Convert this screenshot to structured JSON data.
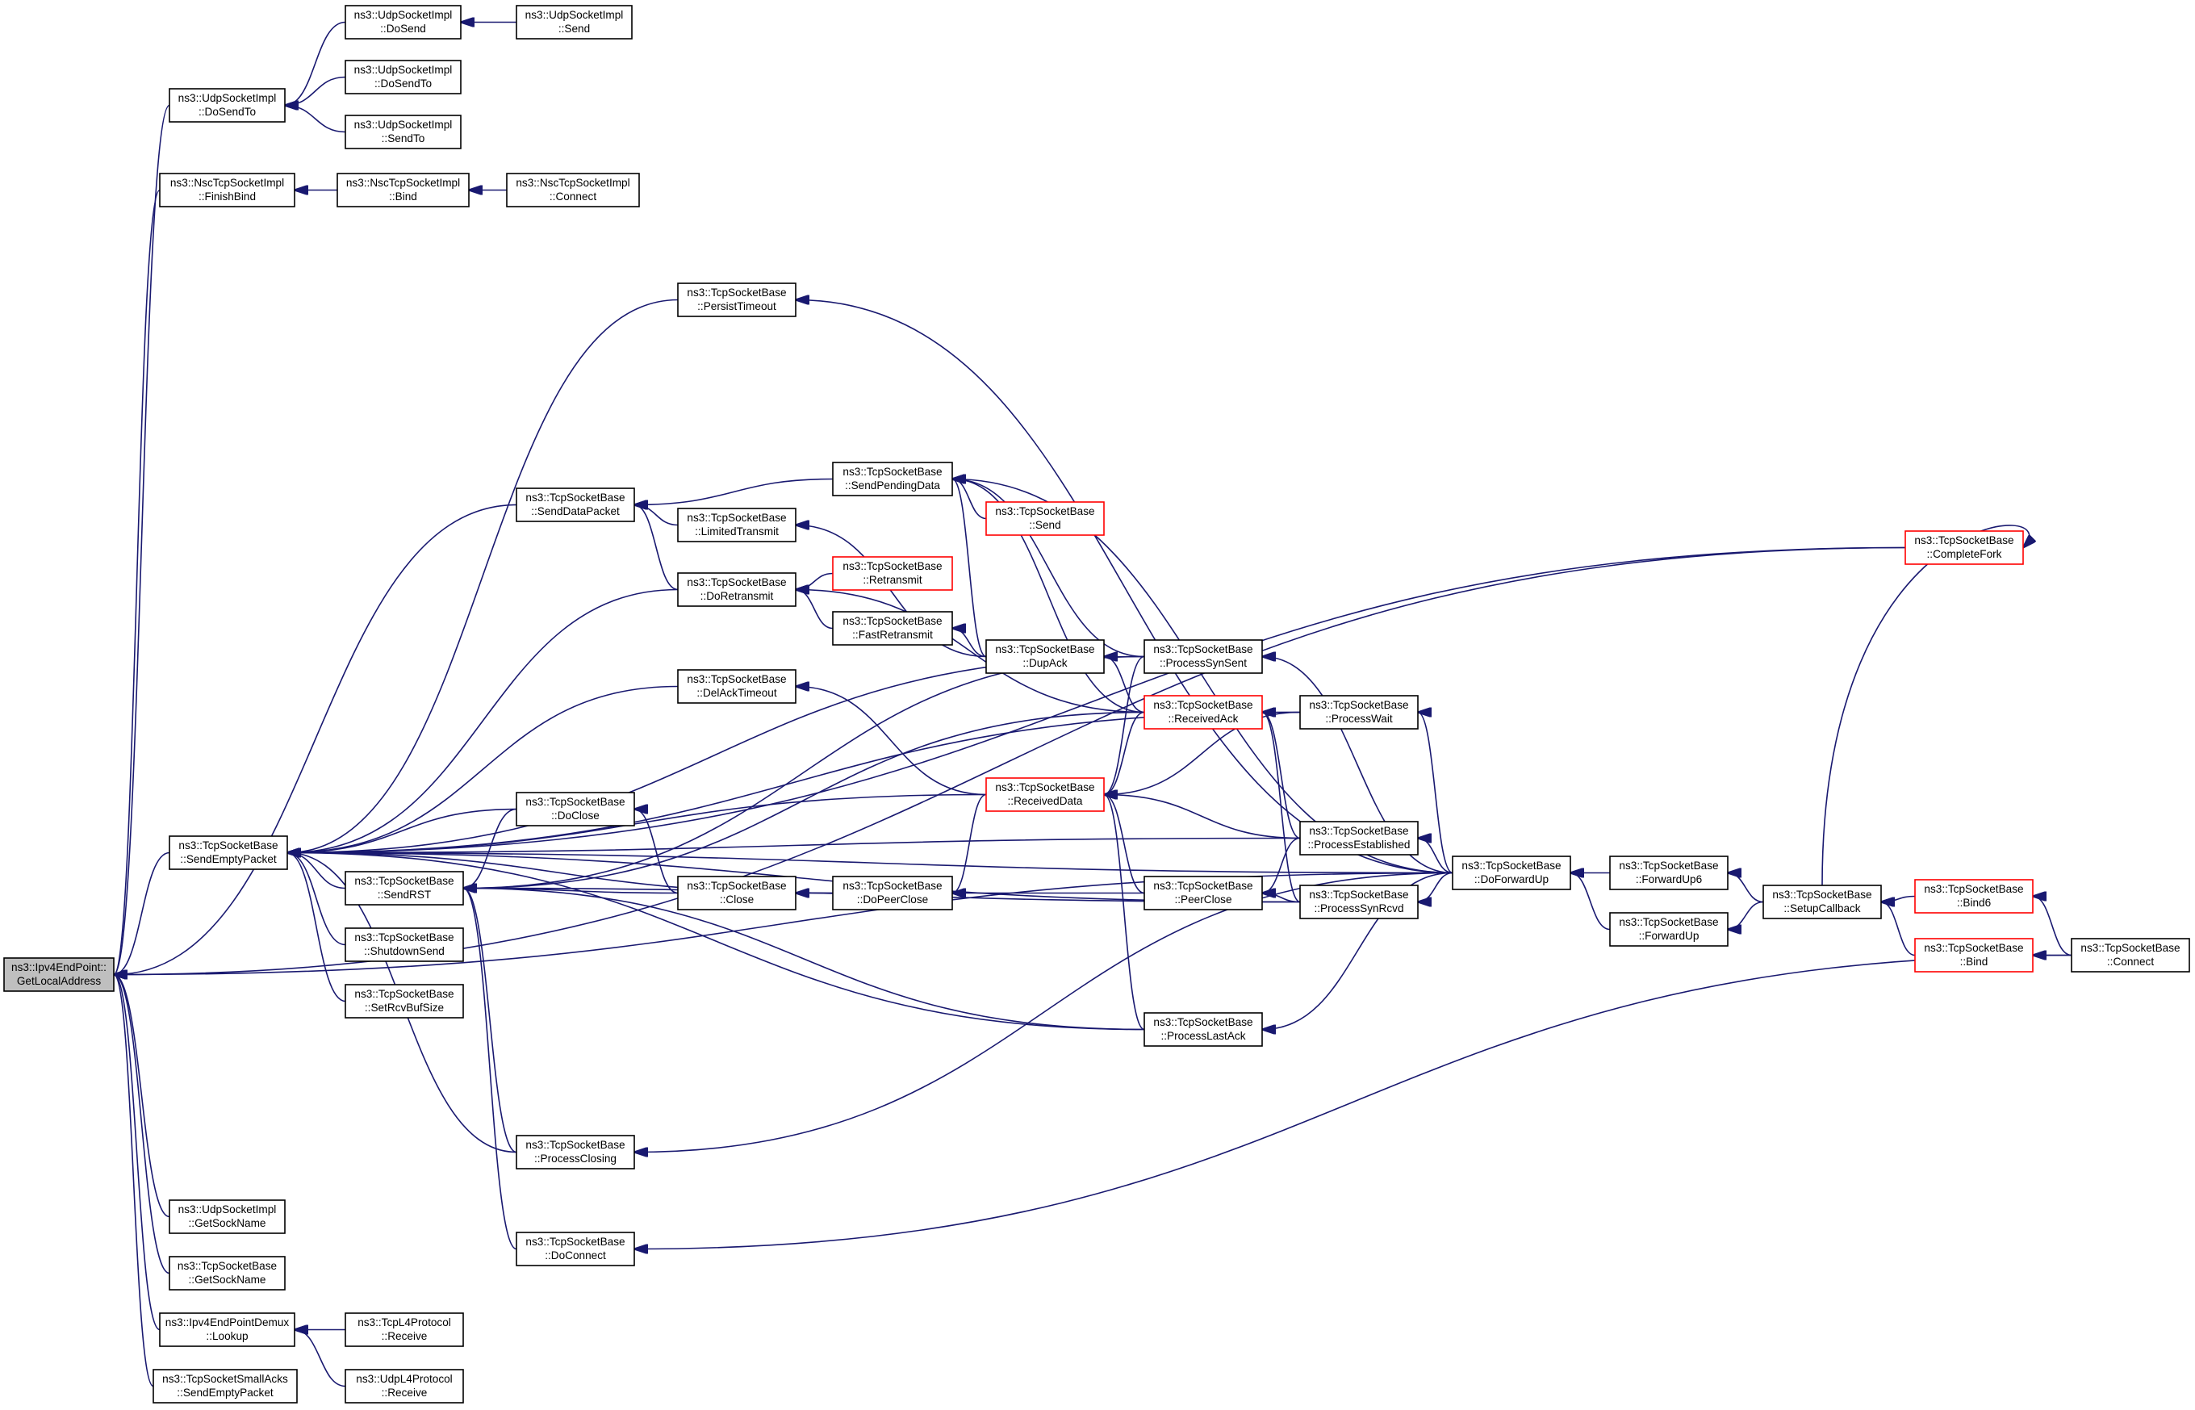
{
  "colors": {
    "edge": "#191970",
    "node_border": "#000000",
    "node_border_truncated": "#ff0000",
    "root_fill": "#bfbfbf",
    "node_fill": "#ffffff"
  },
  "nodes": [
    {
      "id": "root",
      "lines": [
        "ns3::Ipv4EndPoint::",
        "GetLocalAddress"
      ],
      "root": true
    },
    {
      "id": "udp_dosendto",
      "lines": [
        "ns3::UdpSocketImpl",
        "::DoSendTo"
      ]
    },
    {
      "id": "udp_dosend",
      "lines": [
        "ns3::UdpSocketImpl",
        "::DoSend"
      ]
    },
    {
      "id": "udp_send",
      "lines": [
        "ns3::UdpSocketImpl",
        "::Send"
      ]
    },
    {
      "id": "udp_dosendto2",
      "lines": [
        "ns3::UdpSocketImpl",
        "::DoSendTo"
      ]
    },
    {
      "id": "udp_sendto",
      "lines": [
        "ns3::UdpSocketImpl",
        "::SendTo"
      ]
    },
    {
      "id": "nsc_finishbind",
      "lines": [
        "ns3::NscTcpSocketImpl",
        "::FinishBind"
      ]
    },
    {
      "id": "nsc_bind",
      "lines": [
        "ns3::NscTcpSocketImpl",
        "::Bind"
      ]
    },
    {
      "id": "nsc_connect",
      "lines": [
        "ns3::NscTcpSocketImpl",
        "::Connect"
      ]
    },
    {
      "id": "persisttimeout",
      "lines": [
        "ns3::TcpSocketBase",
        "::PersistTimeout"
      ]
    },
    {
      "id": "sendpendingdata",
      "lines": [
        "ns3::TcpSocketBase",
        "::SendPendingData"
      ]
    },
    {
      "id": "senddatapacket",
      "lines": [
        "ns3::TcpSocketBase",
        "::SendDataPacket"
      ]
    },
    {
      "id": "limitedtransmit",
      "lines": [
        "ns3::TcpSocketBase",
        "::LimitedTransmit"
      ]
    },
    {
      "id": "send",
      "lines": [
        "ns3::TcpSocketBase",
        "::Send"
      ],
      "truncated": true
    },
    {
      "id": "doretransmit",
      "lines": [
        "ns3::TcpSocketBase",
        "::DoRetransmit"
      ]
    },
    {
      "id": "retransmit",
      "lines": [
        "ns3::TcpSocketBase",
        "::Retransmit"
      ],
      "truncated": true
    },
    {
      "id": "fastretransmit",
      "lines": [
        "ns3::TcpSocketBase",
        "::FastRetransmit"
      ]
    },
    {
      "id": "dupack",
      "lines": [
        "ns3::TcpSocketBase",
        "::DupAck"
      ]
    },
    {
      "id": "processsynsent",
      "lines": [
        "ns3::TcpSocketBase",
        "::ProcessSynSent"
      ]
    },
    {
      "id": "delacktimeout",
      "lines": [
        "ns3::TcpSocketBase",
        "::DelAckTimeout"
      ]
    },
    {
      "id": "receivedack",
      "lines": [
        "ns3::TcpSocketBase",
        "::ReceivedAck"
      ],
      "truncated": true
    },
    {
      "id": "processwait",
      "lines": [
        "ns3::TcpSocketBase",
        "::ProcessWait"
      ]
    },
    {
      "id": "receiveddata",
      "lines": [
        "ns3::TcpSocketBase",
        "::ReceivedData"
      ],
      "truncated": true
    },
    {
      "id": "completefork",
      "lines": [
        "ns3::TcpSocketBase",
        "::CompleteFork"
      ],
      "truncated": true
    },
    {
      "id": "sendemptypacket",
      "lines": [
        "ns3::TcpSocketBase",
        "::SendEmptyPacket"
      ]
    },
    {
      "id": "doclose",
      "lines": [
        "ns3::TcpSocketBase",
        "::DoClose"
      ]
    },
    {
      "id": "processestablished",
      "lines": [
        "ns3::TcpSocketBase",
        "::ProcessEstablished"
      ]
    },
    {
      "id": "sendrst",
      "lines": [
        "ns3::TcpSocketBase",
        "::SendRST"
      ]
    },
    {
      "id": "close",
      "lines": [
        "ns3::TcpSocketBase",
        "::Close"
      ]
    },
    {
      "id": "dopeerclose",
      "lines": [
        "ns3::TcpSocketBase",
        "::DoPeerClose"
      ]
    },
    {
      "id": "peerclose",
      "lines": [
        "ns3::TcpSocketBase",
        "::PeerClose"
      ]
    },
    {
      "id": "processsynrcvd",
      "lines": [
        "ns3::TcpSocketBase",
        "::ProcessSynRcvd"
      ]
    },
    {
      "id": "doforwardup",
      "lines": [
        "ns3::TcpSocketBase",
        "::DoForwardUp"
      ]
    },
    {
      "id": "forwardup6",
      "lines": [
        "ns3::TcpSocketBase",
        "::ForwardUp6"
      ]
    },
    {
      "id": "setupcallback",
      "lines": [
        "ns3::TcpSocketBase",
        "::SetupCallback"
      ]
    },
    {
      "id": "bind6",
      "lines": [
        "ns3::TcpSocketBase",
        "::Bind6"
      ],
      "truncated": true
    },
    {
      "id": "forwardup",
      "lines": [
        "ns3::TcpSocketBase",
        "::ForwardUp"
      ]
    },
    {
      "id": "bind",
      "lines": [
        "ns3::TcpSocketBase",
        "::Bind"
      ],
      "truncated": true
    },
    {
      "id": "connect",
      "lines": [
        "ns3::TcpSocketBase",
        "::Connect"
      ]
    },
    {
      "id": "shutdownsend",
      "lines": [
        "ns3::TcpSocketBase",
        "::ShutdownSend"
      ]
    },
    {
      "id": "setrcvbufsize",
      "lines": [
        "ns3::TcpSocketBase",
        "::SetRcvBufSize"
      ]
    },
    {
      "id": "processlastack",
      "lines": [
        "ns3::TcpSocketBase",
        "::ProcessLastAck"
      ]
    },
    {
      "id": "processclosing",
      "lines": [
        "ns3::TcpSocketBase",
        "::ProcessClosing"
      ]
    },
    {
      "id": "udp_getsockname",
      "lines": [
        "ns3::UdpSocketImpl",
        "::GetSockName"
      ]
    },
    {
      "id": "tcp_getsockname",
      "lines": [
        "ns3::TcpSocketBase",
        "::GetSockName"
      ]
    },
    {
      "id": "doconnect",
      "lines": [
        "ns3::TcpSocketBase",
        "::DoConnect"
      ]
    },
    {
      "id": "demux_lookup",
      "lines": [
        "ns3::Ipv4EndPointDemux",
        "::Lookup"
      ]
    },
    {
      "id": "tcpl4_receive",
      "lines": [
        "ns3::TcpL4Protocol",
        "::Receive"
      ]
    },
    {
      "id": "udpl4_receive",
      "lines": [
        "ns3::UdpL4Protocol",
        "::Receive"
      ]
    },
    {
      "id": "smallacks_sendempty",
      "lines": [
        "ns3::TcpSocketSmallAcks",
        "::SendEmptyPacket"
      ]
    }
  ],
  "edges": [
    [
      "udp_dosendto",
      "root"
    ],
    [
      "udp_dosend",
      "udp_dosendto"
    ],
    [
      "udp_send",
      "udp_dosend"
    ],
    [
      "udp_dosendto2",
      "udp_dosendto"
    ],
    [
      "udp_sendto",
      "udp_dosendto"
    ],
    [
      "nsc_finishbind",
      "root"
    ],
    [
      "nsc_bind",
      "nsc_finishbind"
    ],
    [
      "nsc_connect",
      "nsc_bind"
    ],
    [
      "senddatapacket",
      "root"
    ],
    [
      "sendpendingdata",
      "senddatapacket"
    ],
    [
      "limitedtransmit",
      "senddatapacket"
    ],
    [
      "doretransmit",
      "senddatapacket"
    ],
    [
      "send",
      "sendpendingdata"
    ],
    [
      "dupack",
      "sendpendingdata"
    ],
    [
      "processsynsent",
      "sendpendingdata"
    ],
    [
      "receivedack",
      "sendpendingdata"
    ],
    [
      "doforwardup",
      "sendpendingdata"
    ],
    [
      "dupack",
      "limitedtransmit"
    ],
    [
      "retransmit",
      "doretransmit"
    ],
    [
      "fastretransmit",
      "doretransmit"
    ],
    [
      "receivedack",
      "doretransmit"
    ],
    [
      "dupack",
      "fastretransmit"
    ],
    [
      "receivedack",
      "dupack"
    ],
    [
      "doforwardup",
      "persisttimeout"
    ],
    [
      "receiveddata",
      "delacktimeout"
    ],
    [
      "processwait",
      "receivedack"
    ],
    [
      "processestablished",
      "receivedack"
    ],
    [
      "processsynrcvd",
      "receivedack"
    ],
    [
      "receivedack",
      "receiveddata"
    ],
    [
      "processsynsent",
      "receiveddata"
    ],
    [
      "processwait",
      "receiveddata"
    ],
    [
      "processestablished",
      "receiveddata"
    ],
    [
      "peerclose",
      "receiveddata"
    ],
    [
      "processlastack",
      "receiveddata"
    ],
    [
      "completefork",
      "root"
    ],
    [
      "setupcallback",
      "completefork"
    ],
    [
      "sendemptypacket",
      "root"
    ],
    [
      "persisttimeout",
      "sendemptypacket"
    ],
    [
      "doretransmit",
      "sendemptypacket"
    ],
    [
      "delacktimeout",
      "sendemptypacket"
    ],
    [
      "receiveddata",
      "sendemptypacket"
    ],
    [
      "doclose",
      "sendemptypacket"
    ],
    [
      "dopeerclose",
      "sendemptypacket"
    ],
    [
      "processsynsent",
      "sendemptypacket"
    ],
    [
      "processwait",
      "sendemptypacket"
    ],
    [
      "processestablished",
      "sendemptypacket"
    ],
    [
      "sendrst",
      "sendemptypacket"
    ],
    [
      "shutdownsend",
      "sendemptypacket"
    ],
    [
      "setrcvbufsize",
      "sendemptypacket"
    ],
    [
      "processlastack",
      "sendemptypacket"
    ],
    [
      "processclosing",
      "sendemptypacket"
    ],
    [
      "processsynrcvd",
      "sendemptypacket"
    ],
    [
      "doforwardup",
      "sendemptypacket"
    ],
    [
      "completefork",
      "sendemptypacket"
    ],
    [
      "doclose",
      "sendrst"
    ],
    [
      "close",
      "sendrst"
    ],
    [
      "processsynsent",
      "sendrst"
    ],
    [
      "processsynrcvd",
      "sendrst"
    ],
    [
      "processlastack",
      "sendrst"
    ],
    [
      "processclosing",
      "sendrst"
    ],
    [
      "doconnect",
      "sendrst"
    ],
    [
      "receivedack",
      "sendrst"
    ],
    [
      "close",
      "doclose"
    ],
    [
      "dopeerclose",
      "close"
    ],
    [
      "receiveddata",
      "dopeerclose"
    ],
    [
      "peerclose",
      "dopeerclose"
    ],
    [
      "processestablished",
      "peerclose"
    ],
    [
      "processsynrcvd",
      "peerclose"
    ],
    [
      "doforwardup",
      "processestablished"
    ],
    [
      "doforwardup",
      "processsynrcvd"
    ],
    [
      "doforwardup",
      "processwait"
    ],
    [
      "doforwardup",
      "processsynsent"
    ],
    [
      "doforwardup",
      "processlastack"
    ],
    [
      "doforwardup",
      "processclosing"
    ],
    [
      "forwardup6",
      "doforwardup"
    ],
    [
      "forwardup",
      "doforwardup"
    ],
    [
      "setupcallback",
      "forwardup6"
    ],
    [
      "setupcallback",
      "forwardup"
    ],
    [
      "bind6",
      "setupcallback"
    ],
    [
      "bind",
      "setupcallback"
    ],
    [
      "connect",
      "bind6"
    ],
    [
      "connect",
      "bind"
    ],
    [
      "connect",
      "doconnect"
    ],
    [
      "doforwardup",
      "root"
    ],
    [
      "udp_getsockname",
      "root"
    ],
    [
      "tcp_getsockname",
      "root"
    ],
    [
      "demux_lookup",
      "root"
    ],
    [
      "tcpl4_receive",
      "demux_lookup"
    ],
    [
      "udpl4_receive",
      "demux_lookup"
    ],
    [
      "smallacks_sendempty",
      "root"
    ]
  ]
}
